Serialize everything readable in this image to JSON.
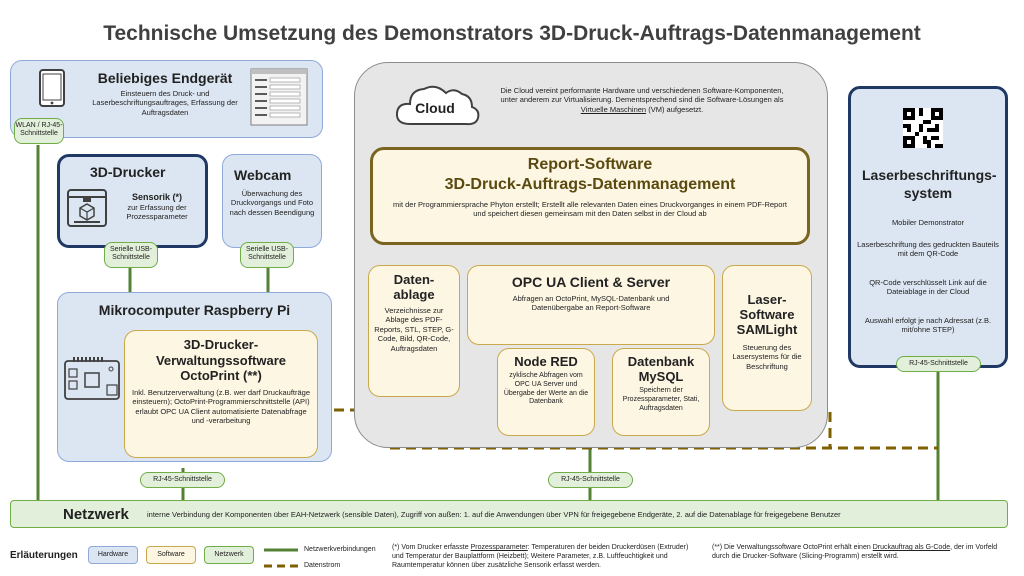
{
  "title": "Technische Umsetzung des Demonstrators 3D-Druck-Auftrags-Datenmanagement",
  "endgeraet": {
    "title": "Beliebiges Endgerät",
    "desc": "Einsteuern des Druck- und Laserbeschriftungsauftrages, Erfassung der Auftragsdaten",
    "interface": "WLAN / RJ-45-Schnittstelle"
  },
  "drucker": {
    "title": "3D-Drucker",
    "sensor_title": "Sensorik (*)",
    "sensor_desc": "zur Erfassung der Prozessparameter",
    "interface": "Serielle USB-Schnittstelle"
  },
  "webcam": {
    "title": "Webcam",
    "desc": "Überwachung des Druckvorgangs und Foto nach dessen Beendigung",
    "interface": "Serielle USB-Schnittstelle"
  },
  "raspberry": {
    "title": "Mikrocomputer Raspberry Pi",
    "interface": "RJ-45-Schnittstelle"
  },
  "octoprint": {
    "title": "3D-Drucker-Verwaltungssoftware OctoPrint (**)",
    "desc": "Inkl. Benutzerverwaltung (z.B. wer darf Druckaufträge einsteuern); OctoPrint-Programmierschnittstelle (API) erlaubt OPC UA Client automatisierte Datenabfrage und -verarbeitung"
  },
  "cloud": {
    "label": "Cloud",
    "desc_part1": "Die Cloud vereint performante Hardware und verschiedenen Software-Komponenten, unter anderem zur Virtualisierung. Dementsprechend sind die Software-Lösungen als ",
    "desc_link": "Virtuelle Maschinen",
    "desc_part2": " (VM) aufgesetzt.",
    "interface": "RJ-45-Schnittstelle"
  },
  "report": {
    "title_line1": "Report-Software",
    "title_line2": "3D-Druck-Auftrags-Datenmanagement",
    "desc": "mit der Programmiersprache Phyton erstellt; Erstellt alle relevanten Daten eines Druckvorganges in einem PDF-Report und speichert diesen gemeinsam mit den Daten selbst in der Cloud ab"
  },
  "datenablage": {
    "title": "Daten-ablage",
    "desc": "Verzeichnisse zur Ablage des PDF-Reports, STL, STEP, G-Code, Bild, QR-Code, Auftragsdaten"
  },
  "opcua": {
    "title": "OPC UA Client & Server",
    "desc": "Abfragen an OctoPrint, MySQL-Datenbank und Datenübergabe an Report-Software"
  },
  "nodered": {
    "title": "Node RED",
    "desc": "zyklische Abfragen vom OPC UA Server und Übergabe der Werte an die Datenbank"
  },
  "mysql": {
    "title": "Datenbank MySQL",
    "desc": "Speichern der Prozessparameter, Stati, Auftragsdaten"
  },
  "samlight": {
    "title": "Laser-Software SAMLight",
    "desc": "Steuerung des Lasersystems für die Beschriftung"
  },
  "laser": {
    "title": "Laserbeschriftungs-system",
    "desc1": "Mobiler Demonstrator",
    "desc2": "Laserbeschriftung des gedruckten Bauteils mit dem QR-Code",
    "desc3": "QR-Code verschlüsselt Link auf die Dateiablage in der Cloud",
    "desc4": "Auswahl erfolgt je nach Adressat (z.B. mit/ohne STEP)",
    "interface": "RJ-45-Schnittstelle"
  },
  "network": {
    "title": "Netzwerk",
    "desc": "interne Verbindung der Komponenten über EAH-Netzwerk (sensible Daten), Zugriff von außen: 1. auf die Anwendungen über VPN für freigegebene Endgeräte, 2. auf die Datenablage für freigegebene Benutzer"
  },
  "legend": {
    "title": "Erläuterungen",
    "hardware": "Hardware",
    "software": "Software",
    "netzwerk": "Netzwerk",
    "line_network": "Netzwerkverbindungen",
    "line_data": "Datenstrom",
    "note1_part1": "(*) Vom Drucker erfasste ",
    "note1_link": "Prozessparameter",
    "note1_part2": ": Temperaturen der beiden Druckerdüsen (Extruder) und Temperatur der Bauplattform (Heizbett); Weitere Parameter, z.B. Luftfeuchtigkeit und Raumtemperatur können über zusätzliche Sensorik erfasst werden.",
    "note2_part1": "(**) Die Verwaltungssoftware OctoPrint erhält einen ",
    "note2_link": "Druckauftrag als G-Code",
    "note2_part2": ", der im Vorfeld durch die Drucker-Software (Slicing-Programm) erstellt wird."
  },
  "colors": {
    "hardware_fill": "#dce6f2",
    "hardware_border": "#8eaadb",
    "software_fill": "#fdf6e3",
    "software_border": "#c9a94b",
    "network_fill": "#e2efda",
    "network_border": "#70ad47",
    "network_line": "#548235",
    "data_line": "#7f6000",
    "cloud_fill": "#e7e6e6"
  },
  "icons": [
    "tablet-icon",
    "form-window-icon",
    "3d-printer-icon",
    "raspberry-board-icon",
    "cloud-icon",
    "qr-code-icon"
  ]
}
